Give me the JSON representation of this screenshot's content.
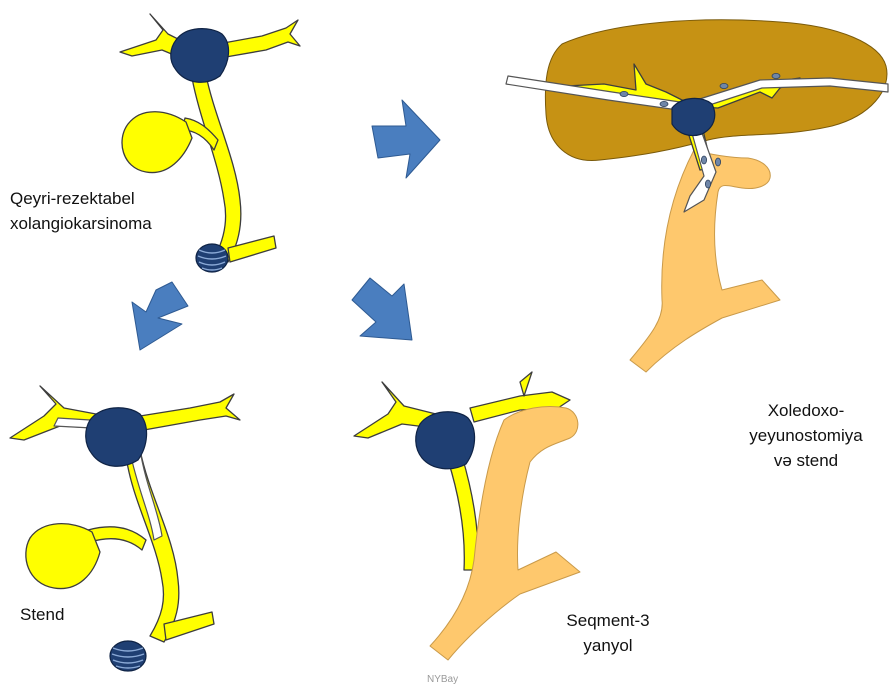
{
  "colors": {
    "bile_duct": "#ffff00",
    "duct_outline": "#3d3d3d",
    "tumor": "#1f3f73",
    "liver": "#c69214",
    "jejunum": "#fec86d",
    "arrow": "#4a7ebf",
    "stent": "#ffffff"
  },
  "labels": {
    "unresectable_line1": "Qeyri-rezektabel",
    "unresectable_line2": "xolangiokarsinoma",
    "choledochojejunostomy_line1": "Xoledoxo-",
    "choledochojejunostomy_line2": "yeyunostomiya",
    "choledochojejunostomy_line3": "və stend",
    "stent": "Stend",
    "segment3_line1": "Seqment-3",
    "segment3_line2": "yanyol"
  },
  "credit": "NYBay"
}
